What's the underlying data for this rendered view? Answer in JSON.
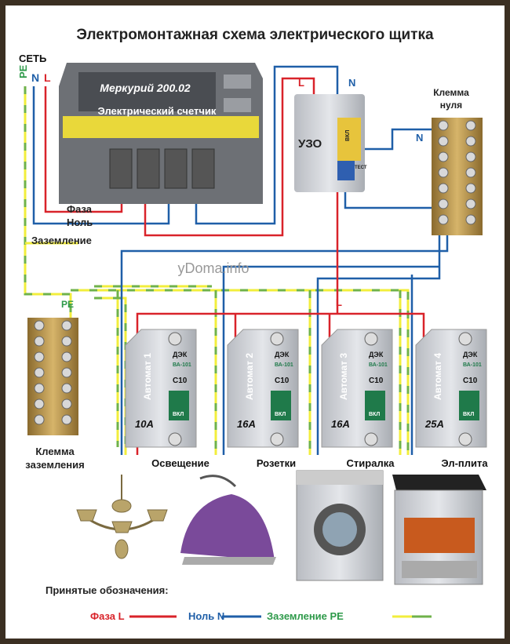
{
  "title": "Электромонтажная схема электрического щитка",
  "network": {
    "label": "СЕТЬ",
    "pe": "PE",
    "n": "N",
    "l": "L"
  },
  "meter": {
    "model": "Меркурий 200.02",
    "caption": "Электрический счетчик",
    "phase_label": "Фаза",
    "neutral_label": "Ноль",
    "ground_label": "Заземление"
  },
  "rcd": {
    "label": "УЗО",
    "l": "L",
    "n": "N",
    "button": "ВКЛ",
    "test": "ТЕСТ"
  },
  "neutral_bus": {
    "label_line1": "Клемма",
    "label_line2": "нуля",
    "n": "N"
  },
  "ground_bus": {
    "label_line1": "Клемма",
    "label_line2": "заземления",
    "pe": "PE"
  },
  "watermark": "yDoma.info",
  "phase_bus_label": "L",
  "breakers": [
    {
      "name": "Автомат 1",
      "rating": "10A",
      "load": "Освещение",
      "brand": "ДЭК",
      "model": "ВА-101",
      "curve": "C10",
      "lever": "ВКЛ"
    },
    {
      "name": "Автомат 2",
      "rating": "16A",
      "load": "Розетки",
      "brand": "ДЭК",
      "model": "ВА-101",
      "curve": "C10",
      "lever": "ВКЛ"
    },
    {
      "name": "Автомат 3",
      "rating": "16A",
      "load": "Стиралка",
      "brand": "ДЭК",
      "model": "ВА-101",
      "curve": "C10",
      "lever": "ВКЛ"
    },
    {
      "name": "Автомат 4",
      "rating": "25A",
      "load": "Эл-плита",
      "brand": "ДЭК",
      "model": "ВА-101",
      "curve": "C10",
      "lever": "ВКЛ"
    }
  ],
  "legend": {
    "title": "Принятые обозначения:",
    "items": [
      {
        "label": "Фаза L",
        "color": "#d9232a"
      },
      {
        "label": "Ноль N",
        "color": "#1f5fa8"
      },
      {
        "label": "Заземление PE",
        "color": "#2e9a4a"
      }
    ]
  },
  "colors": {
    "phase": "#d9232a",
    "neutral": "#1f5fa8",
    "ground_yellow": "#f2ee3c",
    "ground_green": "#6fb24a",
    "frame": "#3b2f22"
  }
}
